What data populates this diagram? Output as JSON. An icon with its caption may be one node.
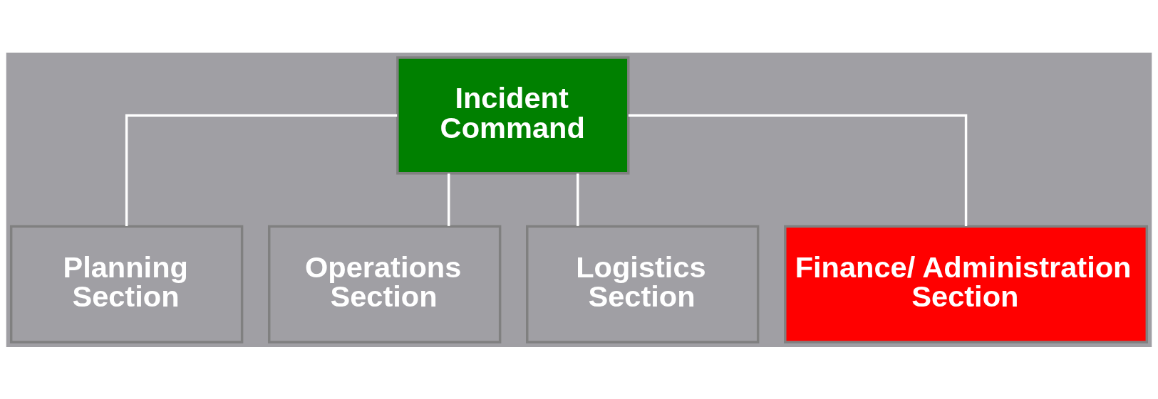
{
  "diagram": {
    "nodes": [
      {
        "text": [
          "Incident Command"
        ]
      },
      {
        "text": [
          "Planning Section"
        ]
      },
      {
        "text": [
          "Operations Section"
        ]
      },
      {
        "text": [
          "Logistics Section"
        ]
      },
      {
        "text": [
          "Finance/ Administration Section"
        ]
      }
    ],
    "edges": [
      {
        "from": 0,
        "to": 1,
        "arrow": "none"
      },
      {
        "from": 0,
        "to": 2,
        "arrow": "none"
      },
      {
        "from": 0,
        "to": 3,
        "arrow": "none"
      },
      {
        "from": 0,
        "to": 4,
        "arrow": "none"
      }
    ]
  }
}
